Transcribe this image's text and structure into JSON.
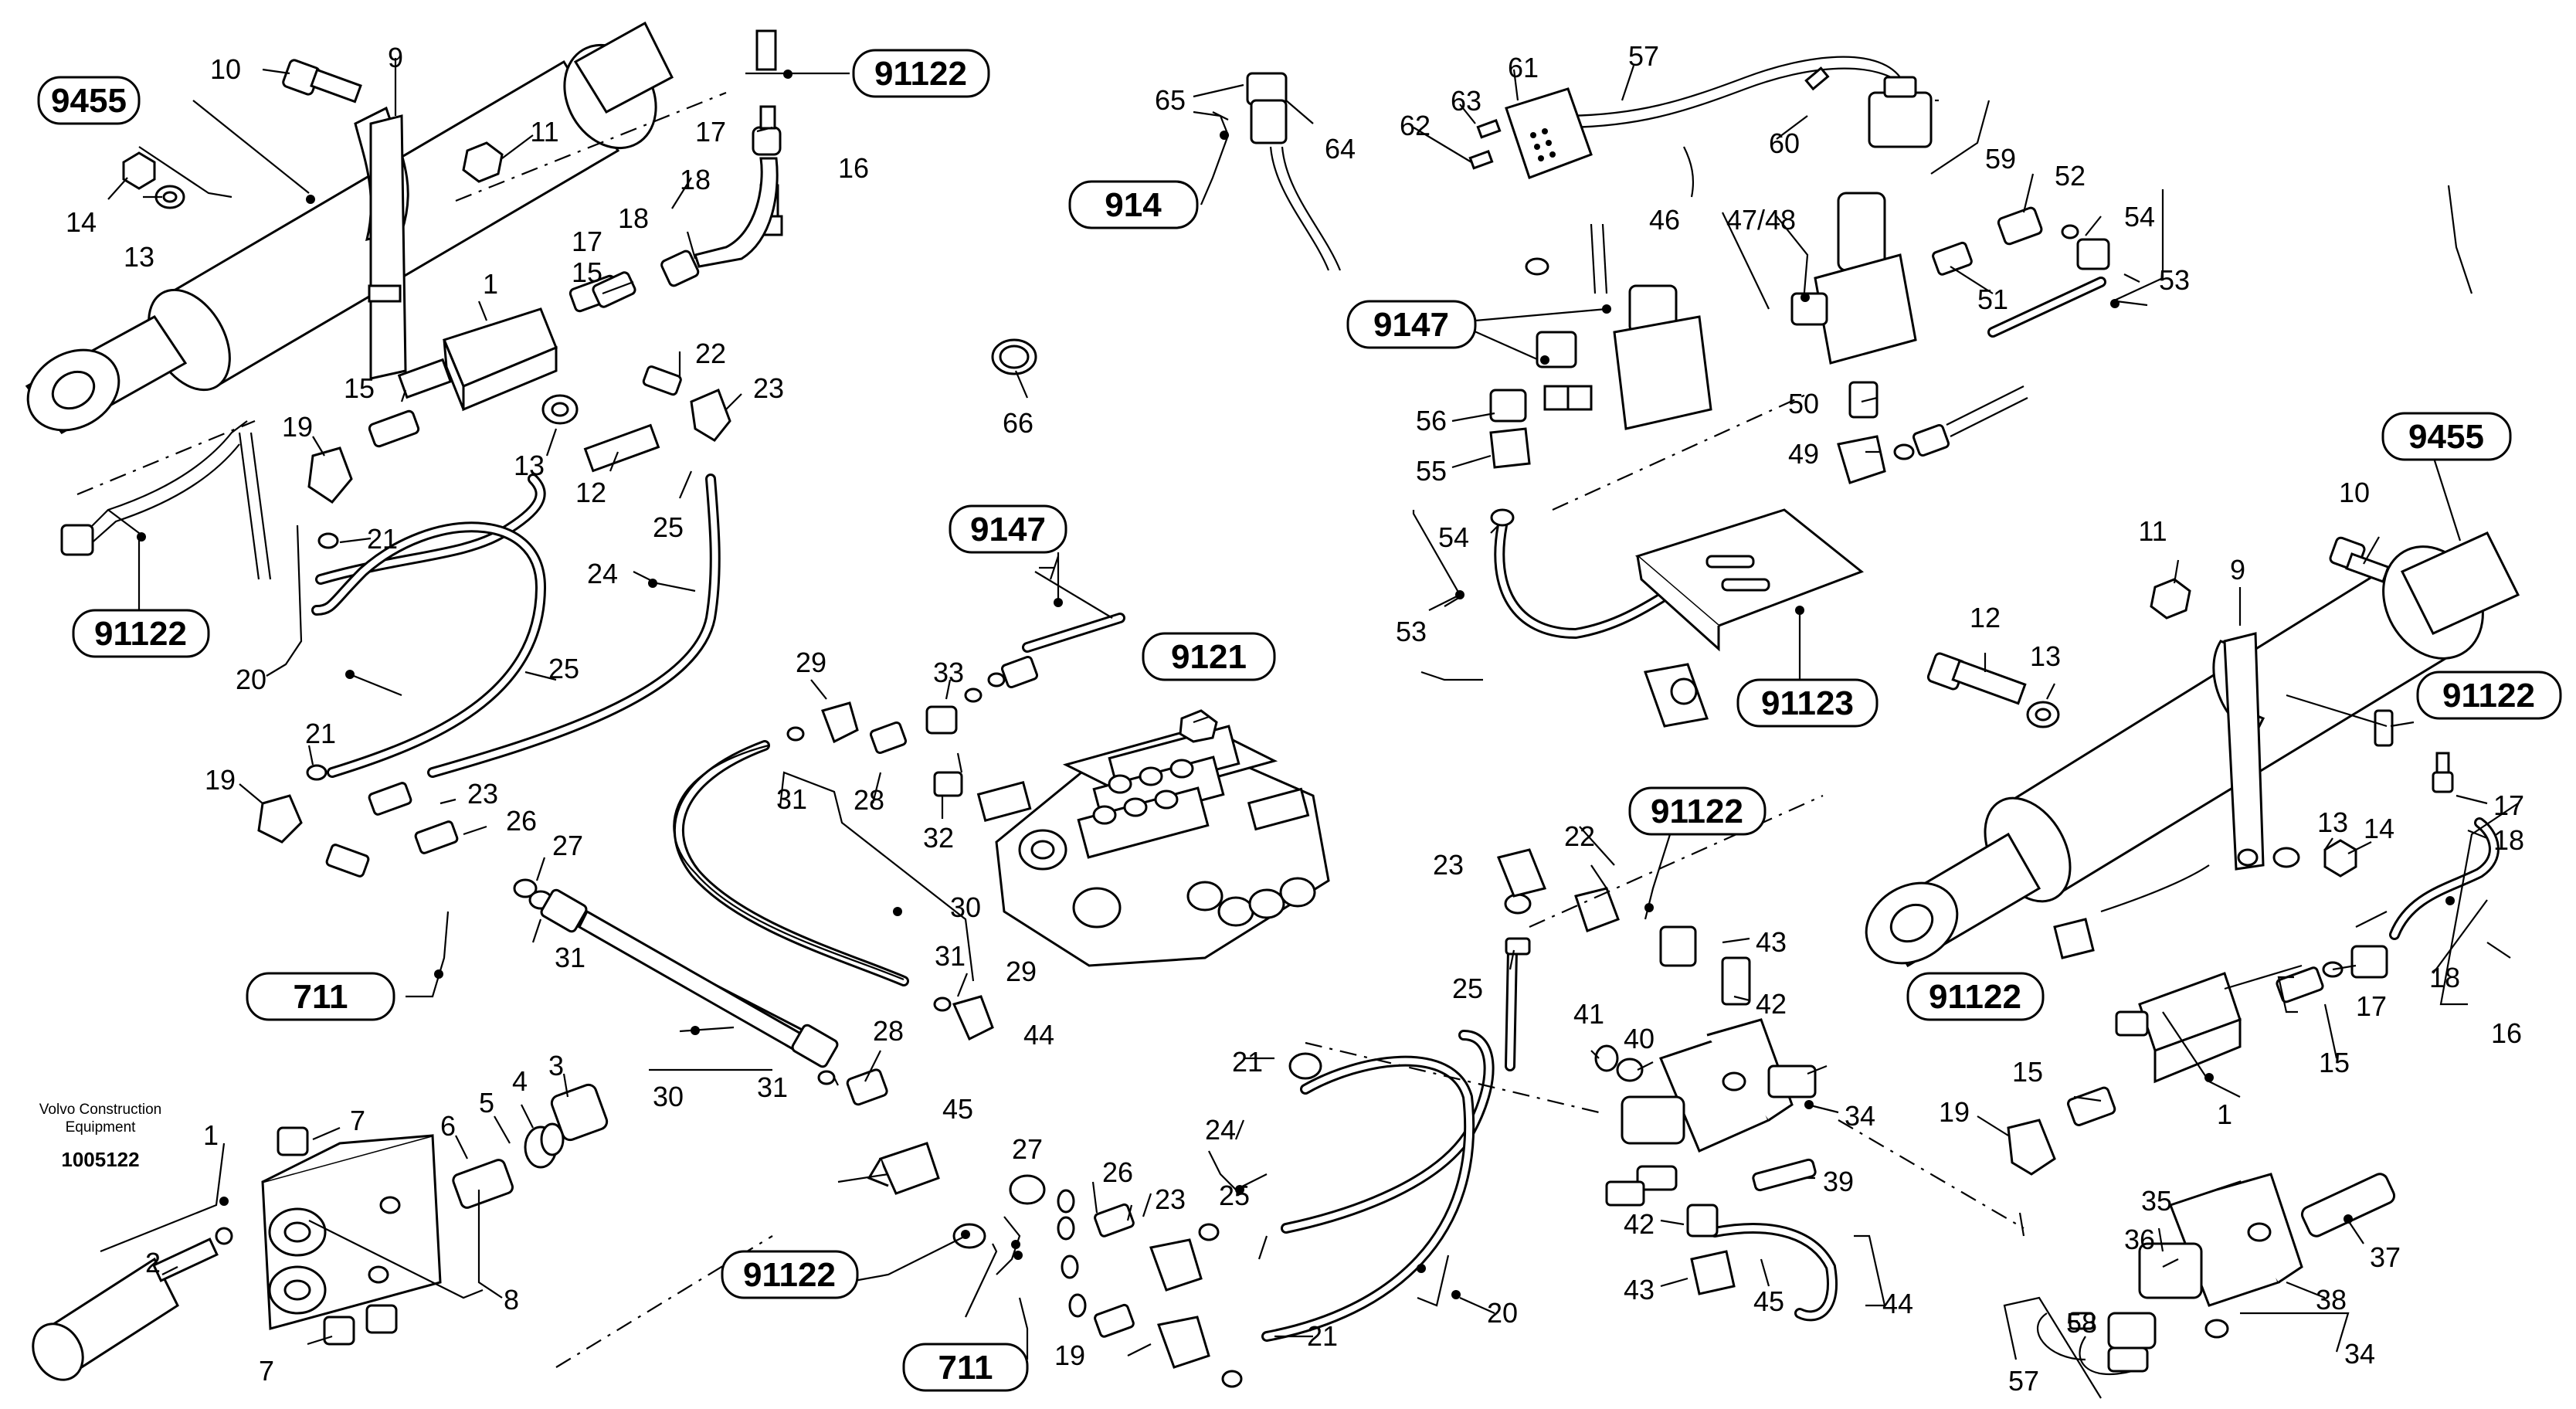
{
  "diagram": {
    "brand_line1": "Volvo Construction",
    "brand_line2": "Equipment",
    "doc_number": "1005122"
  },
  "refs": {
    "r9455_left": "9455",
    "r91122_top": "91122",
    "r914": "914",
    "r9147_right": "9147",
    "r91122_left": "91122",
    "r9147_mid": "9147",
    "r9121": "9121",
    "r91123": "91123",
    "r9455_right": "9455",
    "r91122_right": "91122",
    "r91122_center": "91122",
    "r711_left": "711",
    "r91122_lower": "91122",
    "r711_bottom": "711",
    "r91122_rightlow": "91122"
  },
  "labels": {
    "l10a": "10",
    "l9a": "9",
    "l11a": "11",
    "l14a": "14",
    "l13a": "13",
    "l17a": "17",
    "l18a": "18",
    "l16a": "16",
    "l18b": "18",
    "l17b": "17",
    "l1a": "1",
    "l15a": "15",
    "l15b": "15",
    "l22a": "22",
    "l23a": "23",
    "l19a": "19",
    "l13b": "13",
    "l12a": "12",
    "l25a": "25",
    "l21a": "21",
    "l24a": "24",
    "l20a": "20",
    "l25b": "25",
    "l21b": "21",
    "l19b": "19",
    "l23b": "23",
    "l26a": "26",
    "l27a": "27",
    "l31a": "31",
    "l30a": "30",
    "l1b": "1",
    "l7a": "7",
    "l6a": "6",
    "l5a": "5",
    "l4a": "4",
    "l3a": "3",
    "l2a": "2",
    "l7b": "7",
    "l8a": "8",
    "l65": "65",
    "l64": "64",
    "l66": "66",
    "l29a": "29",
    "l33a": "33",
    "l31b": "31",
    "l28a": "28",
    "l32a": "32",
    "l30b": "30",
    "l31c": "31",
    "l29b": "29",
    "l28b": "28",
    "l31d": "31",
    "l63": "63",
    "l61": "61",
    "l57a": "57",
    "l62": "62",
    "l60": "60",
    "l59": "59",
    "l46": "46",
    "l4748": "47/48",
    "l52": "52",
    "l54a": "54",
    "l53a": "53",
    "l51": "51",
    "l56": "56",
    "l55": "55",
    "l50": "50",
    "l49": "49",
    "l54b": "54",
    "l53b": "53",
    "l10b": "10",
    "l11b": "11",
    "l9b": "9",
    "l12b": "12",
    "l13c": "13",
    "l13d": "13",
    "l14b": "14",
    "l17c": "17",
    "l18c": "18",
    "l18d": "18",
    "l17d": "17",
    "l16b": "16",
    "l15c": "15",
    "l15d": "15",
    "l1c": "1",
    "l19c": "19",
    "l22b": "22",
    "l23c": "23",
    "l25c": "25",
    "l43a": "43",
    "l42a": "42",
    "l41": "41",
    "l40": "40",
    "l34a": "34",
    "l39": "39",
    "l42b": "42",
    "l43b": "43",
    "l45a": "45",
    "l44a": "44",
    "l44b": "44",
    "l45b": "45",
    "l21c": "21",
    "l24b": "24",
    "l25d": "25",
    "l27b": "27",
    "l26b": "26",
    "l23d": "23",
    "l20b": "20",
    "l19d": "19",
    "l21d": "21",
    "l35": "35",
    "l36": "36",
    "l37": "37",
    "l38": "38",
    "l58": "58",
    "l57b": "57",
    "l34b": "34"
  }
}
